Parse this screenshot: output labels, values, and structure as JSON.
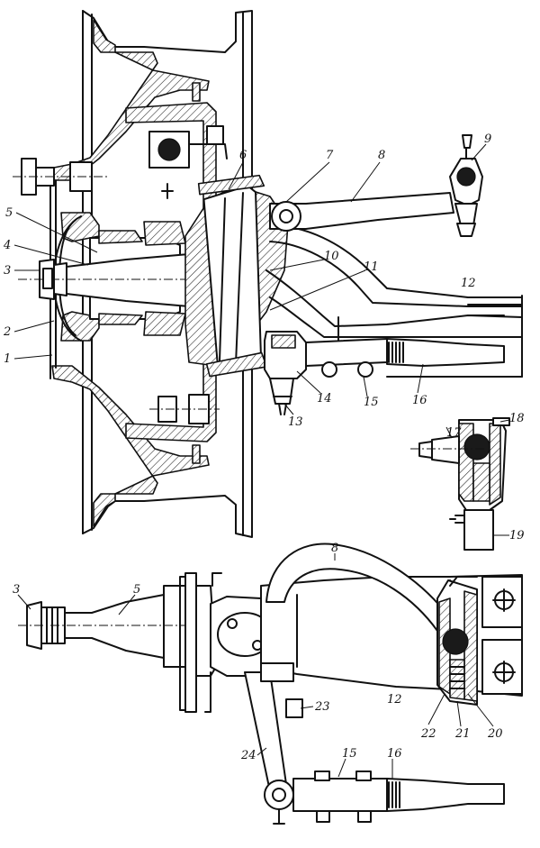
{
  "callouts": {
    "top": [
      {
        "id": "c1",
        "text": "1"
      },
      {
        "id": "c2",
        "text": "2"
      },
      {
        "id": "c3",
        "text": "3"
      },
      {
        "id": "c4",
        "text": "4"
      },
      {
        "id": "c5",
        "text": "5"
      },
      {
        "id": "c6",
        "text": "6"
      },
      {
        "id": "c7",
        "text": "7"
      },
      {
        "id": "c8",
        "text": "8"
      },
      {
        "id": "c9",
        "text": "9"
      },
      {
        "id": "c10",
        "text": "10"
      },
      {
        "id": "c11",
        "text": "11"
      },
      {
        "id": "c12",
        "text": "12"
      },
      {
        "id": "c13",
        "text": "13"
      },
      {
        "id": "c14",
        "text": "14"
      },
      {
        "id": "c15",
        "text": "15"
      },
      {
        "id": "c16",
        "text": "16"
      }
    ],
    "detail": [
      {
        "id": "c17",
        "text": "17"
      },
      {
        "id": "c18",
        "text": "18"
      },
      {
        "id": "c19",
        "text": "19"
      }
    ],
    "bottom": [
      {
        "id": "b3",
        "text": "3"
      },
      {
        "id": "b5",
        "text": "5"
      },
      {
        "id": "b8",
        "text": "8"
      },
      {
        "id": "b12",
        "text": "12"
      },
      {
        "id": "b15",
        "text": "15"
      },
      {
        "id": "b16",
        "text": "16"
      },
      {
        "id": "b20",
        "text": "20"
      },
      {
        "id": "b21",
        "text": "21"
      },
      {
        "id": "b22",
        "text": "22"
      },
      {
        "id": "b23",
        "text": "23"
      },
      {
        "id": "b24",
        "text": "24"
      }
    ]
  }
}
